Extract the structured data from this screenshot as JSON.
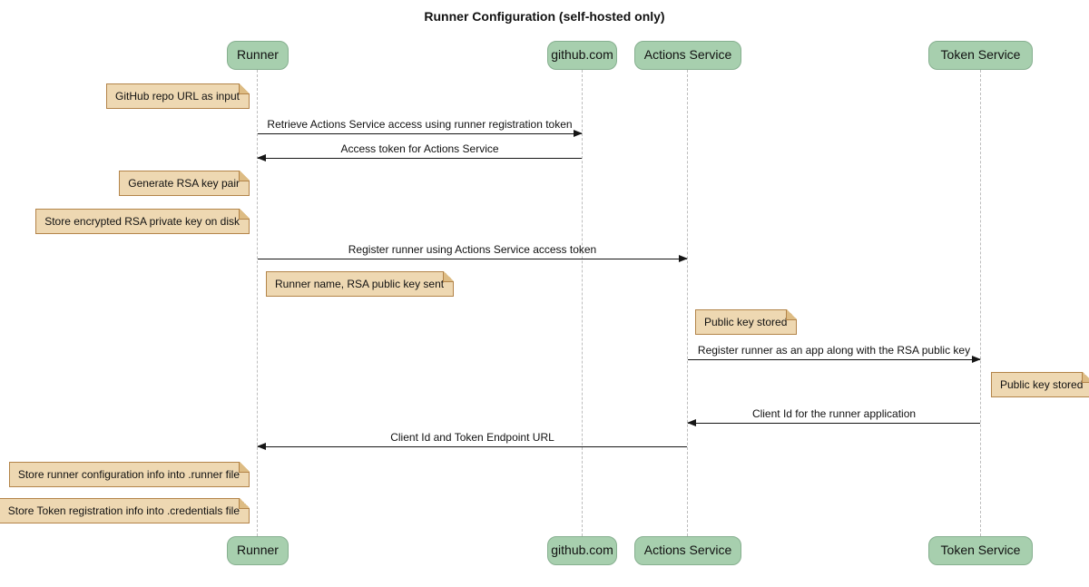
{
  "title": "Runner Configuration (self-hosted only)",
  "participants": [
    {
      "name": "Runner"
    },
    {
      "name": "github.com"
    },
    {
      "name": "Actions Service"
    },
    {
      "name": "Token Service"
    }
  ],
  "messages": [
    {
      "from": "Runner",
      "to": "github.com",
      "text": "Retrieve Actions Service access using runner registration token"
    },
    {
      "from": "github.com",
      "to": "Runner",
      "text": "Access token for Actions Service"
    },
    {
      "from": "Runner",
      "to": "Actions Service",
      "text": "Register runner using Actions Service access token"
    },
    {
      "from": "Actions Service",
      "to": "Token Service",
      "text": "Register runner as an app along with the RSA public key"
    },
    {
      "from": "Token Service",
      "to": "Actions Service",
      "text": "Client Id for the runner application"
    },
    {
      "from": "Actions Service",
      "to": "Runner",
      "text": "Client Id and Token Endpoint URL"
    }
  ],
  "notes": [
    {
      "text": "GitHub repo URL as input",
      "placement": "left of Runner"
    },
    {
      "text": "Generate RSA key pair",
      "placement": "left of Runner"
    },
    {
      "text": "Store encrypted RSA private key on disk",
      "placement": "left of Runner"
    },
    {
      "text": "Runner name, RSA public key sent",
      "placement": "right of Runner"
    },
    {
      "text": "Public key stored",
      "placement": "right of Actions Service"
    },
    {
      "text": "Public key stored",
      "placement": "right of Token Service"
    },
    {
      "text": "Store runner configuration info into .runner file",
      "placement": "left of Runner"
    },
    {
      "text": "Store Token registration info into .credentials file",
      "placement": "left of Runner"
    }
  ],
  "colors": {
    "participant_fill": "#A7CFAE",
    "participant_border": "#86AF8F",
    "note_fill": "#EED8B2",
    "note_border": "#B38449",
    "note_fold": "#DDBC84",
    "line": "#161616",
    "lifeline": "#BDBDBD"
  }
}
